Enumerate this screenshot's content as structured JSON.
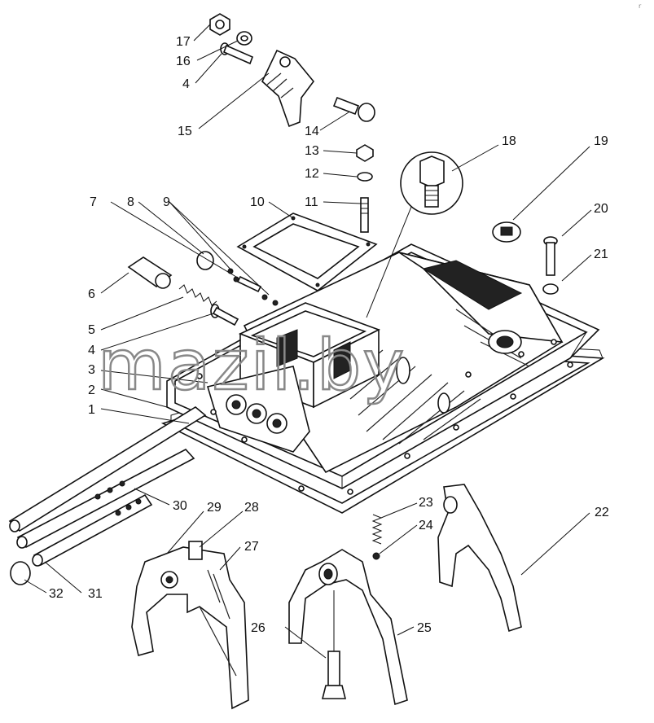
{
  "watermark": "mazil.by",
  "corner_mark": "r",
  "labels": [
    "1",
    "2",
    "3",
    "4",
    "5",
    "6",
    "7",
    "8",
    "9",
    "10",
    "11",
    "12",
    "13",
    "14",
    "15",
    "16",
    "17",
    "18",
    "19",
    "20",
    "21",
    "22",
    "23",
    "24",
    "25",
    "26",
    "27",
    "28",
    "29",
    "30",
    "31",
    "32"
  ]
}
